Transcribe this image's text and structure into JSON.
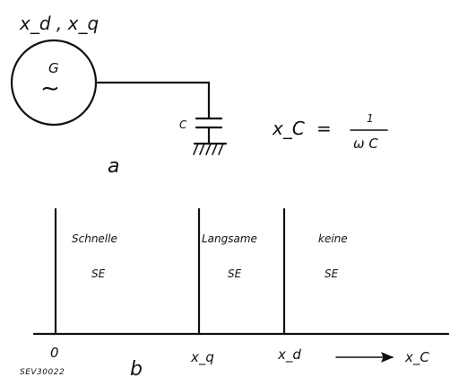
{
  "part_a": {
    "generator_reactances": "x_d , x_q",
    "generator_label": "G",
    "generator_symbol": "∼",
    "capacitor_label": "C",
    "formula": {
      "lhs": "x_C",
      "equals": "=",
      "numerator": "1",
      "denominator": "ω C"
    },
    "figure_label": "a"
  },
  "part_b": {
    "regions": [
      {
        "name": "Schnelle",
        "abbr": "SE"
      },
      {
        "name": "Langsame",
        "abbr": "SE"
      },
      {
        "name": "keine",
        "abbr": "SE"
      }
    ],
    "axis_labels": {
      "origin": "0",
      "xq": "x_q",
      "xd": "x_d",
      "axis": "x_C"
    },
    "figure_label": "b",
    "reference": "SEV30022"
  }
}
